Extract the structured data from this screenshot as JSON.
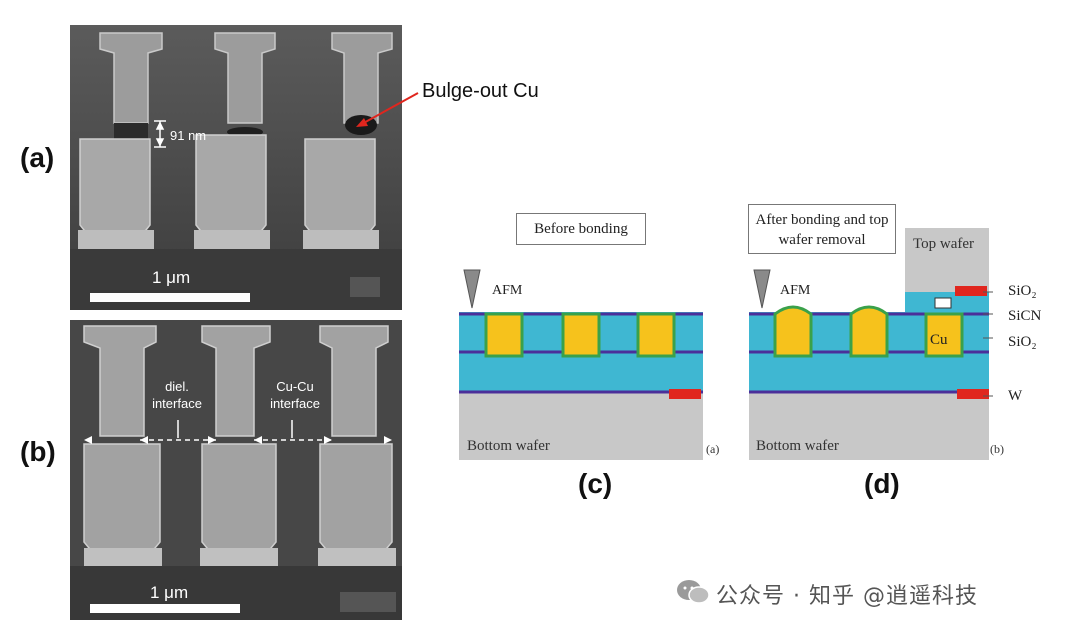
{
  "panels": {
    "a": {
      "label": "(a)",
      "dimension": "91 nm",
      "scale_bar": "1 μm"
    },
    "b": {
      "label": "(b)",
      "diel_interface": "diel. interface",
      "cucu_interface": "Cu-Cu interface",
      "scale_bar": "1 μm"
    },
    "c": {
      "label": "(c)",
      "title_box": "Before bonding",
      "afm": "AFM",
      "bottom_wafer": "Bottom wafer",
      "corner": "(a)"
    },
    "d": {
      "label": "(d)",
      "title_box": "After bonding and top wafer removal",
      "afm": "AFM",
      "bottom_wafer": "Bottom wafer",
      "top_wafer": "Top wafer",
      "cu": "Cu",
      "corner": "(b)",
      "legend": {
        "sio2_top": "SiO₂",
        "sicn": "SiCN",
        "sio2_mid": "SiO₂",
        "w": "W"
      }
    }
  },
  "callout": "Bulge-out Cu",
  "watermark": "公众号 · 知乎 @逍遥科技",
  "colors": {
    "dielectric": "#3fb7d2",
    "copper": "#f6c21c",
    "barrier": "#3aa14a",
    "sicn_line": "#4b2f9a",
    "wafer": "#c8c8c8",
    "pad_red": "#e0261e",
    "sem_bg": "#4a4a4a"
  }
}
